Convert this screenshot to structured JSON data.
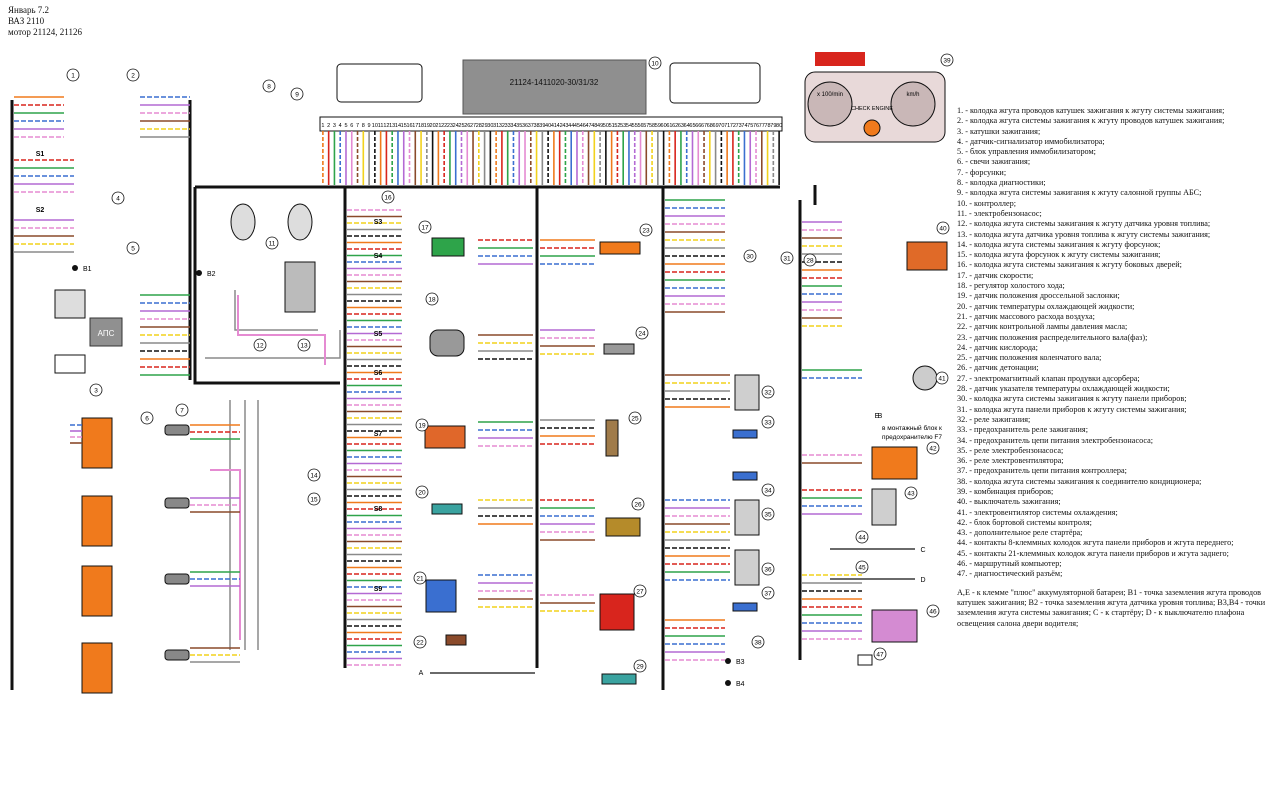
{
  "header": {
    "line1": "Январь 7.2",
    "line2": "ВАЗ 2110",
    "line3": "мотор 21124, 21126"
  },
  "controller": {
    "label": "21124-1411020-30/31/32",
    "pin_numbers": [
      "1",
      "2",
      "3",
      "4",
      "5",
      "6",
      "7",
      "8",
      "9",
      "10",
      "11",
      "12",
      "13",
      "14",
      "15",
      "16",
      "17",
      "18",
      "19",
      "20",
      "21",
      "22",
      "23",
      "24",
      "25",
      "26",
      "27",
      "28",
      "29",
      "30",
      "31",
      "32",
      "33",
      "34",
      "35",
      "36",
      "37",
      "38",
      "39",
      "40",
      "41",
      "42",
      "43",
      "44",
      "45",
      "46",
      "47",
      "48",
      "49",
      "50",
      "51",
      "52",
      "53",
      "54",
      "55",
      "56",
      "57",
      "58",
      "59",
      "60",
      "61",
      "62",
      "63",
      "64",
      "65",
      "66",
      "67",
      "68",
      "69",
      "70",
      "71",
      "72",
      "73",
      "74",
      "75",
      "76",
      "77",
      "78",
      "79",
      "80"
    ]
  },
  "block_labels": {
    "aps": "АПС",
    "check_engine": "CHECK ENGINE",
    "tacho": "x 100/min",
    "speedo": "km/h",
    "fuse_note_line1": "в монтажный блок к",
    "fuse_note_line2": "предохранителю F7"
  },
  "ground_points": [
    "B1",
    "B2",
    "B3",
    "B4"
  ],
  "harness_labels": [
    "S1",
    "S2",
    "S3",
    "S4",
    "S5",
    "S6",
    "S7",
    "S8",
    "S9"
  ],
  "terminals": [
    "A",
    "B",
    "C",
    "D",
    "E"
  ],
  "callouts": [
    "1",
    "2",
    "3",
    "4",
    "5",
    "6",
    "7",
    "8",
    "9",
    "10",
    "11",
    "12",
    "13",
    "14",
    "15",
    "16",
    "17",
    "18",
    "19",
    "20",
    "21",
    "22",
    "23",
    "24",
    "25",
    "26",
    "27",
    "28",
    "29",
    "30",
    "31",
    "32",
    "33",
    "34",
    "35",
    "36",
    "37",
    "38",
    "39",
    "40",
    "41",
    "42",
    "43",
    "44",
    "45",
    "46",
    "47"
  ],
  "legend": {
    "items": [
      "1. - колодка жгута проводов катушек зажигания к жгуту системы зажигания;",
      "2. - колодка жгута системы зажигания к жгуту проводов катушек зажигания;",
      "3. - катушки зажигания;",
      "4. - датчик-сигнализатор иммобилизатора;",
      "5. - блок управления иммобилизатором;",
      "6. - свечи зажигания;",
      "7. - форсунки;",
      "8. - колодка диагностики;",
      "9. - колодка жгута системы зажигания к жгуту салонной группы АБС;",
      "10. - контроллер;",
      "11. - электробензонасос;",
      "12. - колодка жгута системы зажигания к жгуту датчика уровня топлива;",
      "13. - колодка жгута датчика уровня топлива к жгуту системы зажигания;",
      "14. - колодка жгута системы зажигания к жгуту форсунок;",
      "15. - колодка жгута форсунок к жгуту системы зажигания;",
      "16. - колодка жгута системы зажигания к жгуту боковых дверей;",
      "17. - датчик скорости;",
      "18. - регулятор холостого хода;",
      "19. - датчик положения дроссельной заслонки;",
      "20. - датчик температуры охлаждающей жидкости;",
      "21. - датчик массового расхода воздуха;",
      "22. - датчик контрольной лампы давления масла;",
      "23. - датчик положения распределительного вала(фаз);",
      "24. - датчик кислорода;",
      "25. - датчик положения коленчатого вала;",
      "26. - датчик детонации;",
      "27. - электромагнитный клапан продувки адсорбера;",
      "28. - датчик указателя температуры охлаждающей жидкости;",
      "30. - колодка жгута системы зажигания к жгуту панели приборов;",
      "31. - колодка жгута панели приборов к жгуту системы зажигания;",
      "32. - реле зажигания;",
      "33. - предохранитель реле зажигания;",
      "34. - предохранитель цепи питания электробензонасоса;",
      "35. - реле электробензонасоса;",
      "36. - реле электровентилятора;",
      "37. - предохранитель цепи питания контроллера;",
      "38. - колодка жгута системы зажигания к соединителю кондиционера;",
      "39. - комбинация приборов;",
      "40. - выключатель зажигания;",
      "41. - электровентилятор системы охлаждения;",
      "42. - блок бортовой системы контроля;",
      "43. - дополнительное реле стартёра;",
      "44. - контакты 8-клеммных колодок жгута панели приборов и жгута переднего;",
      "45. - контакты 21-клеммных колодок жгута панели приборов и жгута заднего;",
      "46. - маршрутный компьютер;",
      "47. - диагностический разъём;"
    ],
    "notes": "A,E - к клемме \"плюс\" аккумуляторной батареи; B1 - точка заземления жгута проводов катушек зажигания; B2 - точка заземления жгута датчика уровня топлива; B3,B4 - точки заземления жгута системы зажигания; C - к стартёру; D - к выключателю плафона освещения салона двери водителя;"
  },
  "colors": {
    "orange": "#f07a1c",
    "red": "#d8251d",
    "black": "#111111",
    "green": "#2ea44a",
    "blue": "#3a6fd0",
    "purple": "#b46ad4",
    "pink": "#e58bd2",
    "brown": "#8a4a2a",
    "yellow": "#f2d21c",
    "grey": "#8a8a8a"
  }
}
